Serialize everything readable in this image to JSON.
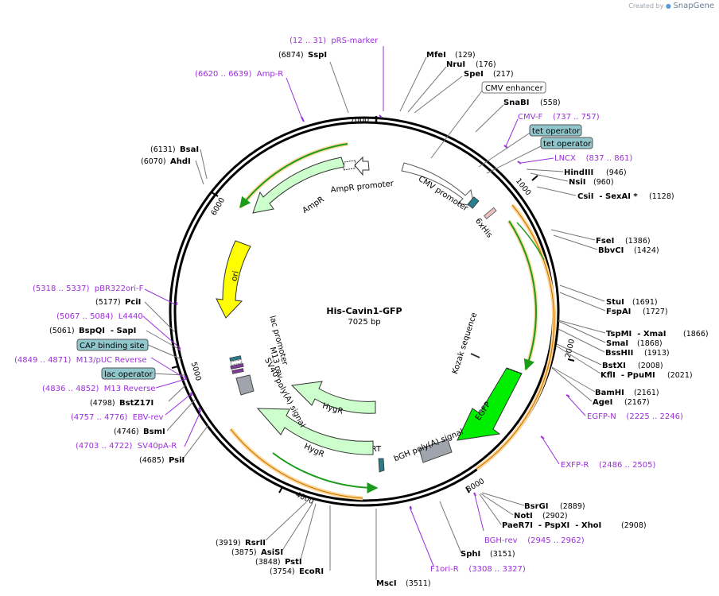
{
  "watermark": {
    "prefix": "Created by",
    "brand": "SnapGene"
  },
  "plasmid": {
    "name": "His-Cavin1-GFP",
    "length_text": "7025 bp",
    "length": 7025
  },
  "ticks": [
    {
      "pos": 1000,
      "label": "1000"
    },
    {
      "pos": 2000,
      "label": "2000"
    },
    {
      "pos": 3000,
      "label": "3000"
    },
    {
      "pos": 4000,
      "label": "4000"
    },
    {
      "pos": 5000,
      "label": "5000"
    },
    {
      "pos": 6000,
      "label": "6000"
    },
    {
      "pos": 7000,
      "label": "7000"
    }
  ],
  "sites": [
    {
      "name": "SspI",
      "pos": "(6874)"
    },
    {
      "name": "MfeI",
      "pos": "(129)"
    },
    {
      "name": "NruI",
      "pos": "(176)"
    },
    {
      "name": "SpeI",
      "pos": "(217)"
    },
    {
      "name": "SnaBI",
      "pos": "(558)"
    },
    {
      "name": "HindIII",
      "pos": "(946)"
    },
    {
      "name": "NsiI",
      "pos": "(960)"
    },
    {
      "name": "CsiI  - SexAI *",
      "pos": "(1128)"
    },
    {
      "name": "FseI",
      "pos": "(1386)"
    },
    {
      "name": "BbvCI",
      "pos": "(1424)"
    },
    {
      "name": "StuI",
      "pos": "(1691)"
    },
    {
      "name": "FspAI",
      "pos": "(1727)"
    },
    {
      "name": "TspMI  - XmaI",
      "pos": "(1866)"
    },
    {
      "name": "SmaI",
      "pos": "(1868)"
    },
    {
      "name": "BssHII",
      "pos": "(1913)"
    },
    {
      "name": "BstXI",
      "pos": "(2008)"
    },
    {
      "name": "KflI  - PpuMI",
      "pos": "(2021)"
    },
    {
      "name": "BamHI",
      "pos": "(2161)"
    },
    {
      "name": "AgeI",
      "pos": "(2167)"
    },
    {
      "name": "BsrGI",
      "pos": "(2889)"
    },
    {
      "name": "NotI",
      "pos": "(2902)"
    },
    {
      "name": "PaeR7I  - PspXI  - XhoI",
      "pos": "(2908)"
    },
    {
      "name": "SphI",
      "pos": "(3151)"
    },
    {
      "name": "MscI",
      "pos": "(3511)"
    },
    {
      "name": "EcoRI",
      "pos": "(3754)"
    },
    {
      "name": "PstI",
      "pos": "(3848)"
    },
    {
      "name": "AsiSI",
      "pos": "(3875)"
    },
    {
      "name": "RsrII",
      "pos": "(3919)"
    },
    {
      "name": "PsiI",
      "pos": "(4685)"
    },
    {
      "name": "BsmI",
      "pos": "(4746)"
    },
    {
      "name": "BstZ17I",
      "pos": "(4798)"
    },
    {
      "name": "BspQI  - SapI",
      "pos": "(5061)"
    },
    {
      "name": "PciI",
      "pos": "(5177)"
    },
    {
      "name": "AhdI",
      "pos": "(6070)"
    },
    {
      "name": "BsaI",
      "pos": "(6131)"
    }
  ],
  "primers": [
    {
      "text": "(12 .. 31)  pRS-marker"
    },
    {
      "text": "(6620 .. 6639)  Amp-R"
    },
    {
      "text": "CMV-F    (737 .. 757)"
    },
    {
      "text": "LNCX    (837 .. 861)"
    },
    {
      "text": "EGFP-N    (2225 .. 2246)"
    },
    {
      "text": "EXFP-R    (2486 .. 2505)"
    },
    {
      "text": "BGH-rev    (2945 .. 2962)"
    },
    {
      "text": "F1ori-R    (3308 .. 3327)"
    },
    {
      "text": "(5318 .. 5337)  pBR322ori-F"
    },
    {
      "text": "(5067 .. 5084)  L4440"
    },
    {
      "text": "(4849 .. 4871)  M13/pUC Reverse"
    },
    {
      "text": "(4836 .. 4852)  M13 Reverse"
    },
    {
      "text": "(4757 .. 4776)  EBV-rev"
    },
    {
      "text": "(4703 .. 4722)  SV40pA-R"
    }
  ],
  "boxed": [
    {
      "text": "CMV enhancer",
      "style": "white"
    },
    {
      "text": "tet operator",
      "style": "teal"
    },
    {
      "text": "tet operator",
      "style": "teal"
    },
    {
      "text": "CAP binding site",
      "style": "teal"
    },
    {
      "text": "lac operator",
      "style": "teal"
    }
  ],
  "features": [
    {
      "label": "CMV promoter"
    },
    {
      "label": "6xHis"
    },
    {
      "label": "Kozak sequence"
    },
    {
      "label": "EGFP"
    },
    {
      "label": "bGH poly(A) signal"
    },
    {
      "label": "FRT"
    },
    {
      "label": "HygR"
    },
    {
      "label": "HygR"
    },
    {
      "label": "SV40 poly(A) signal"
    },
    {
      "label": "M13 rev"
    },
    {
      "label": "lac promoter"
    },
    {
      "label": "ori"
    },
    {
      "label": "AmpR"
    },
    {
      "label": "AmpR promoter"
    }
  ],
  "colors": {
    "primer": "#9b30d9",
    "teal_box": "#8fc7cc",
    "ori": "#ffff00",
    "egfp": "#00ee00",
    "resistance": "#ccffcc",
    "orf_line": "#1a9c1a",
    "orf_halo": "#ffd79a",
    "orf_edge": "#cc7a00",
    "polyA": "#a0a5ad"
  }
}
